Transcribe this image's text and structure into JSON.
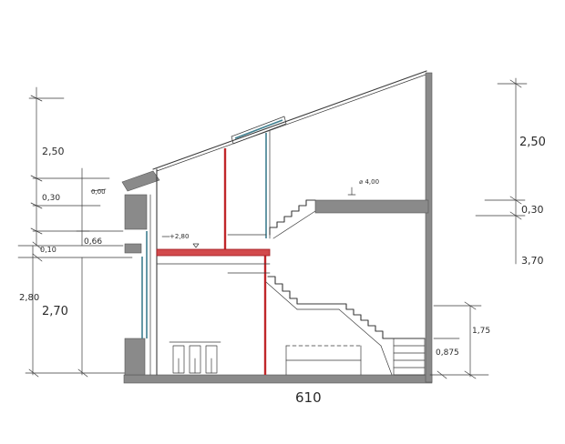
{
  "drawing": {
    "left_dimensions": {
      "upper_height": "2,50",
      "sill_height": "0,30",
      "upper_window_height": "0,66",
      "slab_thickness": "0,10",
      "total_height": "2,80",
      "ground_floor_height": "2,70"
    },
    "right_dimensions": {
      "upper_height": "2,50",
      "slab_thickness": "0,30",
      "middle_height": "3,70",
      "landing_height": "1,75",
      "bottom_step_height": "0,875"
    },
    "levels": {
      "mezzanine": "+2,80",
      "upper_floor": "4,00"
    },
    "annotations": {
      "sill_note": "0,00"
    },
    "overall_width": "610",
    "colors": {
      "steel": "#c0262a",
      "glass": "#3f7f8f",
      "concrete": "#8a8a8a"
    }
  }
}
